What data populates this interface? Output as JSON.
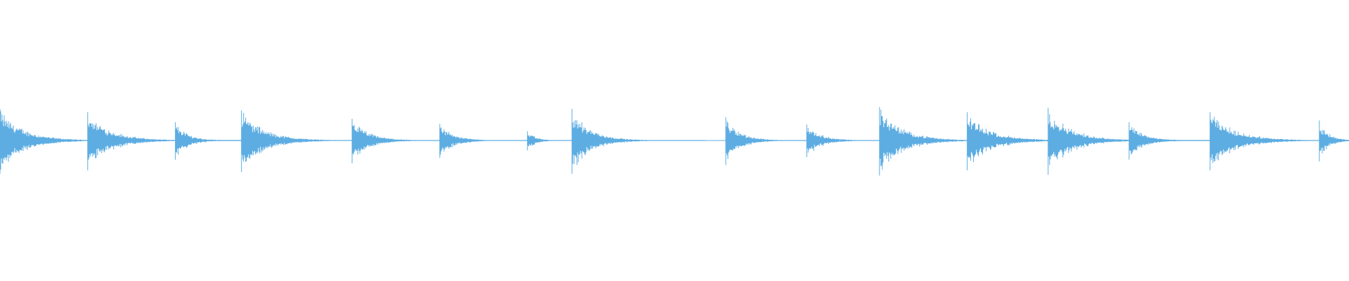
{
  "waveform": {
    "color": "#5dade2",
    "background": "#ffffff",
    "onsets": [
      {
        "position": 0.0,
        "amplitude": 0.95,
        "decay": 0.055
      },
      {
        "position": 0.065,
        "amplitude": 0.85,
        "decay": 0.055
      },
      {
        "position": 0.13,
        "amplitude": 0.55,
        "decay": 0.03
      },
      {
        "position": 0.179,
        "amplitude": 0.9,
        "decay": 0.055
      },
      {
        "position": 0.261,
        "amplitude": 0.65,
        "decay": 0.04
      },
      {
        "position": 0.326,
        "amplitude": 0.5,
        "decay": 0.035
      },
      {
        "position": 0.391,
        "amplitude": 0.28,
        "decay": 0.02
      },
      {
        "position": 0.424,
        "amplitude": 0.95,
        "decay": 0.045
      },
      {
        "position": 0.538,
        "amplitude": 0.7,
        "decay": 0.035
      },
      {
        "position": 0.598,
        "amplitude": 0.48,
        "decay": 0.035
      },
      {
        "position": 0.652,
        "amplitude": 1.0,
        "decay": 0.055
      },
      {
        "position": 0.717,
        "amplitude": 0.85,
        "decay": 0.055
      },
      {
        "position": 0.777,
        "amplitude": 0.98,
        "decay": 0.055
      },
      {
        "position": 0.837,
        "amplitude": 0.55,
        "decay": 0.035
      },
      {
        "position": 0.897,
        "amplitude": 0.85,
        "decay": 0.06
      },
      {
        "position": 0.978,
        "amplitude": 0.6,
        "decay": 0.022
      }
    ]
  }
}
